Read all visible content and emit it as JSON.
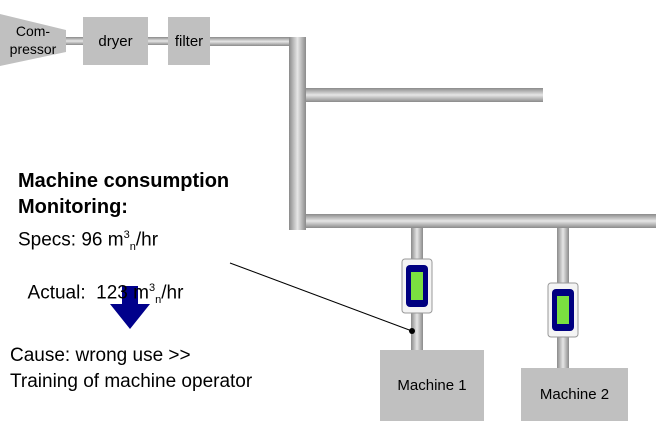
{
  "equipment": {
    "compressor": "Com-\npressor",
    "dryer": "dryer",
    "filter": "filter"
  },
  "monitoring": {
    "heading_line1": "Machine consumption",
    "heading_line2": "Monitoring:",
    "specs_label": "Specs: 96 m",
    "specs_sup": "3",
    "specs_sub": "n",
    "specs_unit": "/hr",
    "actual_label": "Actual:  123 m",
    "actual_sup": "3",
    "actual_sub": "n",
    "actual_unit": "/hr"
  },
  "conclusion": {
    "cause": "Cause: wrong use >>",
    "action": "Training of machine operator"
  },
  "machines": {
    "machine1": "Machine 1",
    "machine2": "Machine 2"
  },
  "colors": {
    "pipe": "#c8c8c8",
    "equipment": "#c0c0c0",
    "arrow": "#00008b",
    "flowmeter_frame": "#000080",
    "flowmeter_display": "#7be040"
  }
}
